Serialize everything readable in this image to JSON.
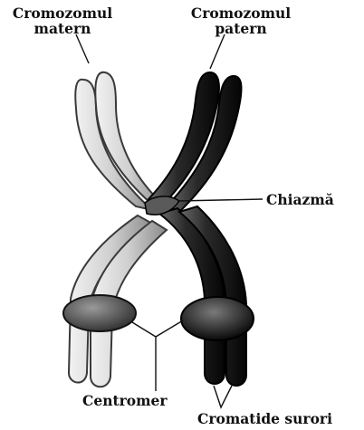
{
  "labels": {
    "maternal": "Cromozomul\nmatern",
    "paternal": "Cromozomul\npatern",
    "chiasma": "Chiazmă",
    "centromere": "Centromer",
    "sister_chromatids": "Cromatide surori"
  },
  "colors": {
    "maternal_fill": "#c9c9c9",
    "maternal_stroke": "#3a3a3a",
    "paternal_fill": "#1c1c1c",
    "paternal_stroke": "#000000",
    "pointer_line": "#111111"
  }
}
